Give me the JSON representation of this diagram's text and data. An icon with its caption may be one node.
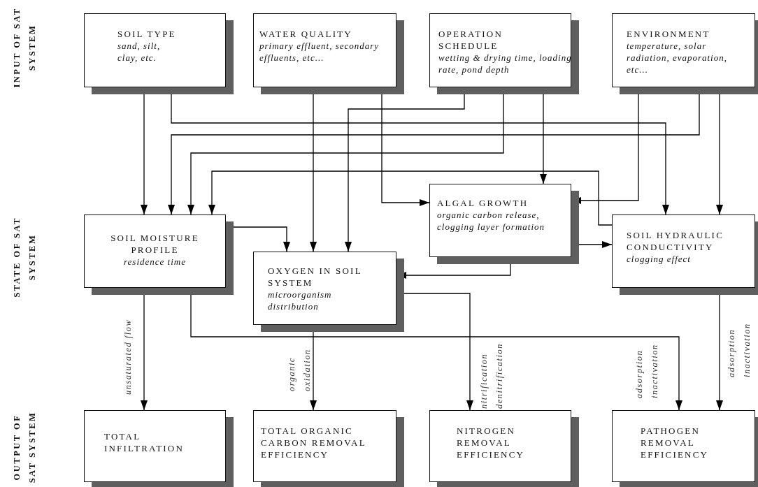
{
  "diagram": {
    "nodes": [
      {
        "text": [
          "SOIL TYPE",
          "sand, silt, clay, etc."
        ]
      },
      {
        "text": [
          "WATER QUALITY",
          "primary effluent, secondary effluents, etc..."
        ]
      },
      {
        "text": [
          "OPERATION SCHEDULE",
          "wetting & drying time, loading rate, pond depth"
        ]
      },
      {
        "text": [
          "ENVIRONMENT",
          "temperature, solar radiation, evaporation, etc..."
        ]
      },
      {
        "text": [
          "SOIL MOISTURE PROFILE",
          "residence time"
        ]
      },
      {
        "text": [
          "ALGAL GROWTH",
          "organic carbon release, clogging layer formation"
        ]
      },
      {
        "text": [
          "SOIL HYDRAULIC CONDUCTIVITY",
          "clogging effect"
        ]
      },
      {
        "text": [
          "OXYGEN IN SOIL SYSTEM",
          "microorganism distribution"
        ]
      },
      {
        "text": [
          "TOTAL INFILTRATION"
        ]
      },
      {
        "text": [
          "TOTAL ORGANIC CARBON REMOVAL EFFICIENCY"
        ]
      },
      {
        "text": [
          "NITROGEN REMOVAL EFFICIENCY"
        ]
      },
      {
        "text": [
          "PATHOGEN REMOVAL EFFICIENCY"
        ]
      }
    ],
    "edges": [
      {
        "from": 0,
        "to": 4,
        "arrow": "to"
      },
      {
        "from": 0,
        "to": 6,
        "arrow": "to"
      },
      {
        "from": 3,
        "to": 4,
        "arrow": "to"
      },
      {
        "from": 2,
        "to": 4,
        "arrow": "to"
      },
      {
        "from": 6,
        "to": 4,
        "arrow": "to"
      },
      {
        "from": 1,
        "to": 7,
        "arrow": "to"
      },
      {
        "from": 2,
        "to": 7,
        "arrow": "to"
      },
      {
        "from": 1,
        "to": 5,
        "arrow": "to"
      },
      {
        "from": 2,
        "to": 5,
        "arrow": "to"
      },
      {
        "from": 3,
        "to": 5,
        "arrow": "to"
      },
      {
        "from": 3,
        "to": 6,
        "arrow": "to"
      },
      {
        "from": 4,
        "to": 7,
        "arrow": "to"
      },
      {
        "from": 5,
        "to": 6,
        "arrow": "to"
      },
      {
        "from": 5,
        "to": 7,
        "arrow": "to"
      },
      {
        "from": 4,
        "to": 8,
        "arrow": "to",
        "label": "unsaturated flow"
      },
      {
        "from": 7,
        "to": 9,
        "arrow": "to",
        "label": "organic oxidation"
      },
      {
        "from": 7,
        "to": 10,
        "arrow": "to",
        "label": "nitrification denitrification"
      },
      {
        "from": 4,
        "to": 11,
        "arrow": "to",
        "label": "adsorption inactivation"
      },
      {
        "from": 6,
        "to": 11,
        "arrow": "to",
        "label": "adsorption inactivation"
      }
    ],
    "labels": [
      "INPUT OF SAT SYSTEM",
      "STATE OF SAT SYSTEM",
      "OUTPUT OF SAT SYSTEM"
    ]
  }
}
